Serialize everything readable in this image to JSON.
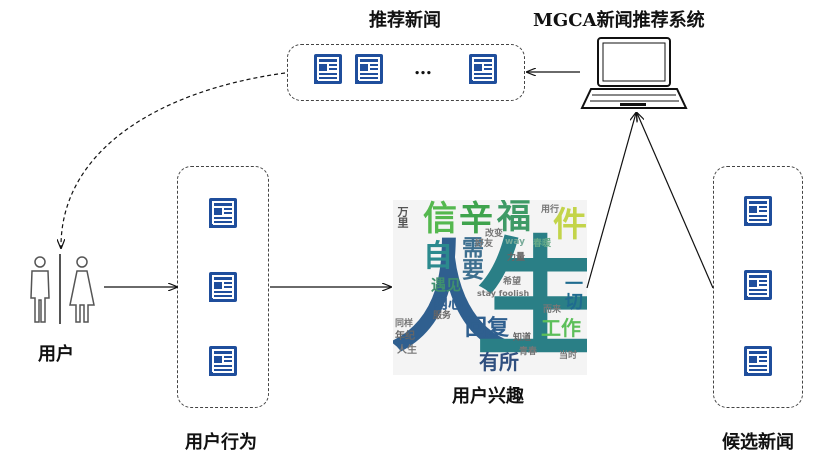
{
  "labels": {
    "recommended_news": "推荐新闻",
    "system": "MGCA新闻推荐系统",
    "user": "用户",
    "user_behavior": "用户行为",
    "user_interest": "用户兴趣",
    "candidate_news": "候选新闻",
    "ellipsis": "…"
  },
  "wordcloud": {
    "big": [
      "人",
      "生"
    ],
    "medium": [
      "信",
      "辛",
      "福",
      "件",
      "自",
      "需要",
      "回复",
      "工作",
      "有所",
      "一切",
      "内心",
      "遇见"
    ],
    "small": [
      "万里",
      "好友",
      "力量",
      "希望",
      "改变",
      "同样",
      "春暖",
      "青春",
      "知道",
      "服务",
      "人生",
      "年纪",
      "stay foolish",
      "way",
      "当时",
      "而来",
      "用行"
    ]
  },
  "colors": {
    "icon_blue": "#1f4e9c",
    "line": "#111111",
    "dashed_border": "#444444"
  }
}
